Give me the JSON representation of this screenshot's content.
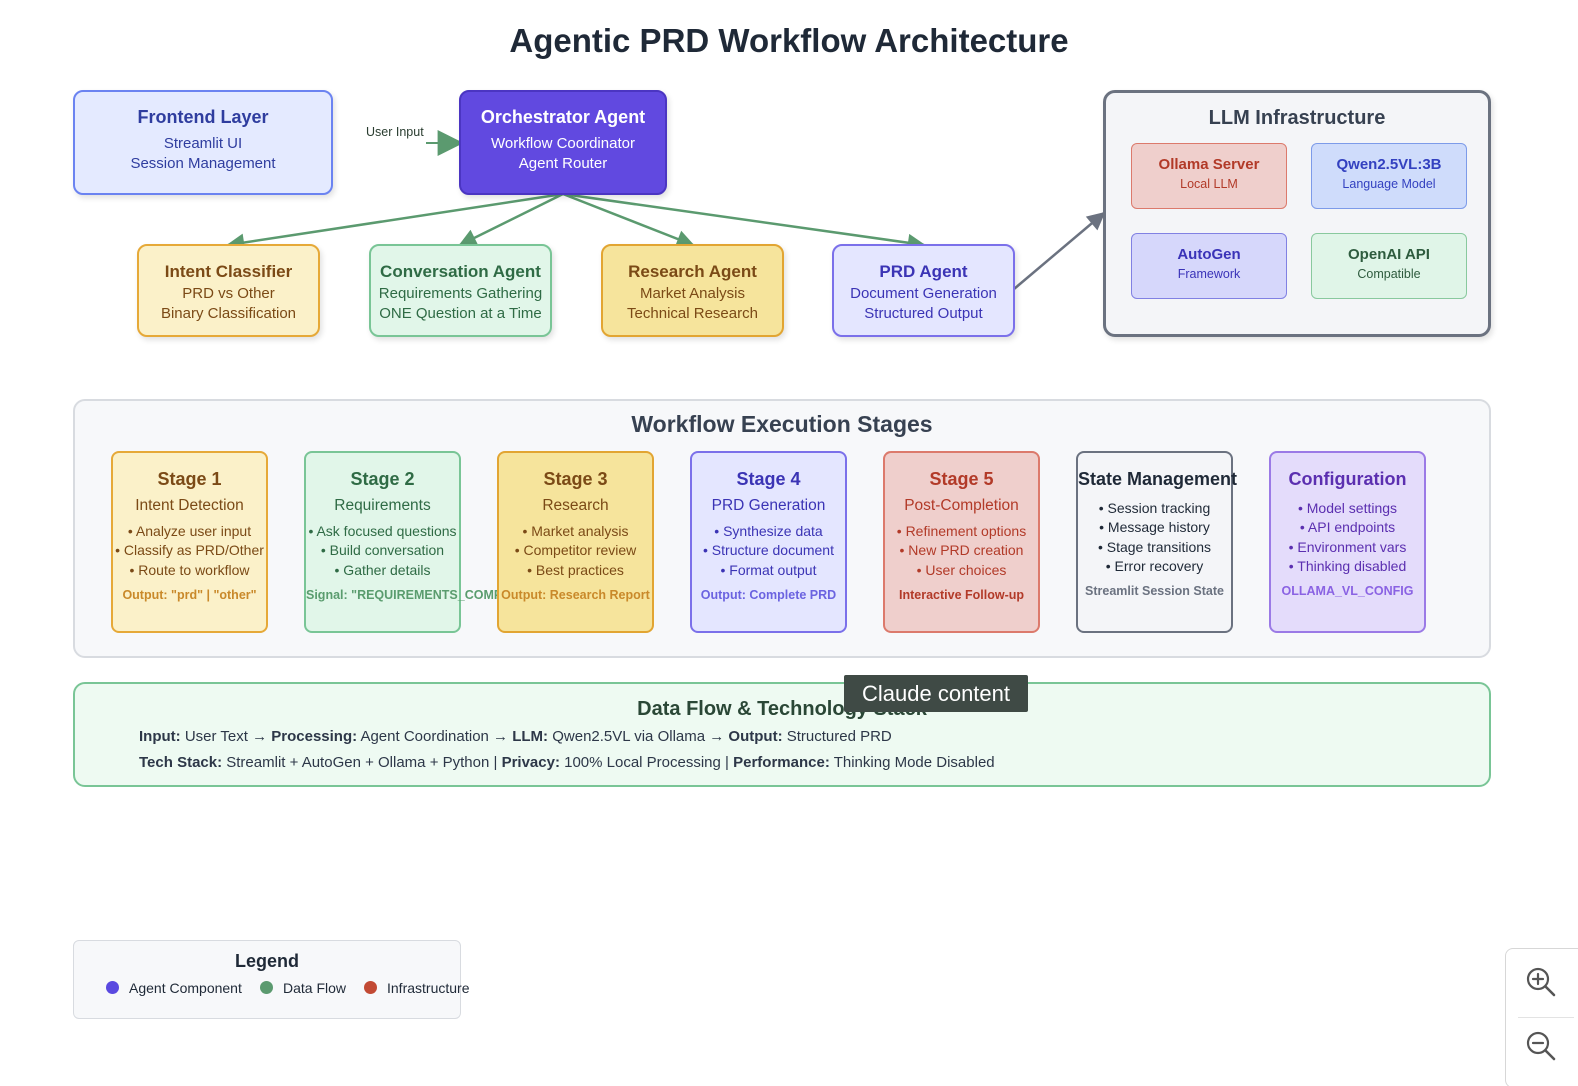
{
  "title": "Agentic PRD Workflow Architecture",
  "frontend": {
    "title": "Frontend Layer",
    "lines": [
      "Streamlit UI",
      "Session Management"
    ]
  },
  "user_input_label": "User Input",
  "orchestrator": {
    "title": "Orchestrator Agent",
    "lines": [
      "Workflow Coordinator",
      "Agent Router"
    ]
  },
  "agents": [
    {
      "title": "Intent Classifier",
      "lines": [
        "PRD vs Other",
        "Binary Classification"
      ]
    },
    {
      "title": "Conversation Agent",
      "lines": [
        "Requirements Gathering",
        "ONE Question at a Time"
      ]
    },
    {
      "title": "Research Agent",
      "lines": [
        "Market Analysis",
        "Technical Research"
      ]
    },
    {
      "title": "PRD Agent",
      "lines": [
        "Document Generation",
        "Structured Output"
      ]
    }
  ],
  "llm": {
    "title": "LLM Infrastructure",
    "items": [
      {
        "name": "Ollama Server",
        "desc": "Local LLM"
      },
      {
        "name": "Qwen2.5VL:3B",
        "desc": "Language Model"
      },
      {
        "name": "AutoGen",
        "desc": "Framework"
      },
      {
        "name": "OpenAI API",
        "desc": "Compatible"
      }
    ]
  },
  "stages_panel": {
    "title": "Workflow Execution Stages",
    "stages": [
      {
        "title": "Stage 1",
        "subtitle": "Intent Detection",
        "bullets": [
          "• Analyze user input",
          "• Classify as PRD/Other",
          "• Route to workflow"
        ],
        "output": "Output: \"prd\" | \"other\""
      },
      {
        "title": "Stage 2",
        "subtitle": "Requirements",
        "bullets": [
          "• Ask focused questions",
          "• Build conversation",
          "• Gather details"
        ],
        "output": "Signal: \"REQUIREMENTS_COMPLETE\""
      },
      {
        "title": "Stage 3",
        "subtitle": "Research",
        "bullets": [
          "• Market analysis",
          "• Competitor review",
          "• Best practices"
        ],
        "output": "Output: Research Report"
      },
      {
        "title": "Stage 4",
        "subtitle": "PRD Generation",
        "bullets": [
          "• Synthesize data",
          "• Structure document",
          "• Format output"
        ],
        "output": "Output: Complete PRD"
      },
      {
        "title": "Stage 5",
        "subtitle": "Post-Completion",
        "bullets": [
          "• Refinement options",
          "• New PRD creation",
          "• User choices"
        ],
        "output": "Interactive Follow-up"
      }
    ],
    "state": {
      "title": "State Management",
      "bullets": [
        "• Session tracking",
        "• Message history",
        "• Stage transitions",
        "• Error recovery"
      ],
      "output": "Streamlit Session State"
    },
    "config": {
      "title": "Configuration",
      "bullets": [
        "• Model settings",
        "• API endpoints",
        "• Environment vars",
        "• Thinking disabled"
      ],
      "output": "OLLAMA_VL_CONFIG"
    }
  },
  "dataflow": {
    "title": "Data Flow & Technology Stack",
    "line1": [
      {
        "label": "Input:",
        "value": " User Text → "
      },
      {
        "label": "Processing:",
        "value": " Agent Coordination → "
      },
      {
        "label": "LLM:",
        "value": " Qwen2.5VL via Ollama → "
      },
      {
        "label": "Output:",
        "value": " Structured PRD"
      }
    ],
    "line2": [
      {
        "label": "Tech Stack:",
        "value": " Streamlit + AutoGen + Ollama + Python | "
      },
      {
        "label": "Privacy:",
        "value": " 100% Local Processing | "
      },
      {
        "label": "Performance:",
        "value": " Thinking Mode Disabled"
      }
    ]
  },
  "tooltip": "Claude content",
  "legend": {
    "title": "Legend",
    "items": [
      {
        "label": "Agent Component",
        "color": "#5a49e0"
      },
      {
        "label": "Data Flow",
        "color": "#5b9a6f"
      },
      {
        "label": "Infrastructure",
        "color": "#c24a34"
      }
    ]
  },
  "colors": {
    "arrow": "#5b9a6f",
    "arrow_llm": "#6b7280",
    "accent": "#6149e0"
  },
  "icons": {
    "zoom_in": "zoom-in-icon",
    "zoom_out": "zoom-out-icon"
  }
}
